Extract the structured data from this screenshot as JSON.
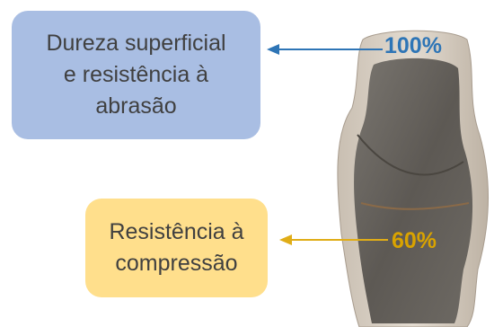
{
  "labels": {
    "surface": {
      "lines": [
        "Dureza superficial",
        "e resistência à",
        "abrasão"
      ],
      "fill_color": "#a9bee3"
    },
    "core": {
      "lines": [
        "Resistência à",
        "compressão"
      ],
      "fill_color": "#ffdf8c"
    }
  },
  "values": {
    "surface": "100%",
    "core": "60%"
  },
  "colors": {
    "surface_value": "#2e75b6",
    "core_value": "#d9a300",
    "text": "#404040"
  },
  "icons": {
    "cross_section": "paving-block-cross-section-image",
    "top_arrow": "arrow-left-icon",
    "bottom_arrow": "arrow-left-icon"
  }
}
